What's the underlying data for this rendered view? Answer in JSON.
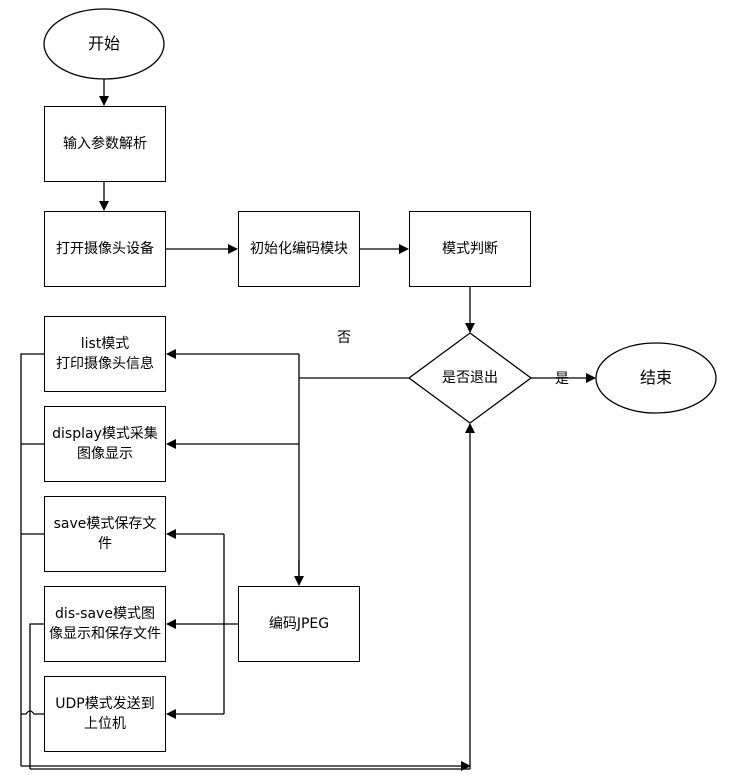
{
  "nodes": {
    "start": "开始",
    "parse": "输入参数解析",
    "open_camera": "打开摄像头设备",
    "init_encoder": "初始化编码模块",
    "mode_check": "模式判断",
    "exit_check": "是否退出",
    "end": "结束",
    "list_mode": "list模式\n打印摄像头信息",
    "display_mode": "display模式采集图像显示",
    "save_mode": "save模式保存文件",
    "dis_save_mode": "dis-save模式图像显示和保存文件",
    "udp_mode": "UDP模式发送到上位机",
    "encode_jpeg": "编码JPEG"
  },
  "edge_labels": {
    "no": "否",
    "yes": "是"
  }
}
